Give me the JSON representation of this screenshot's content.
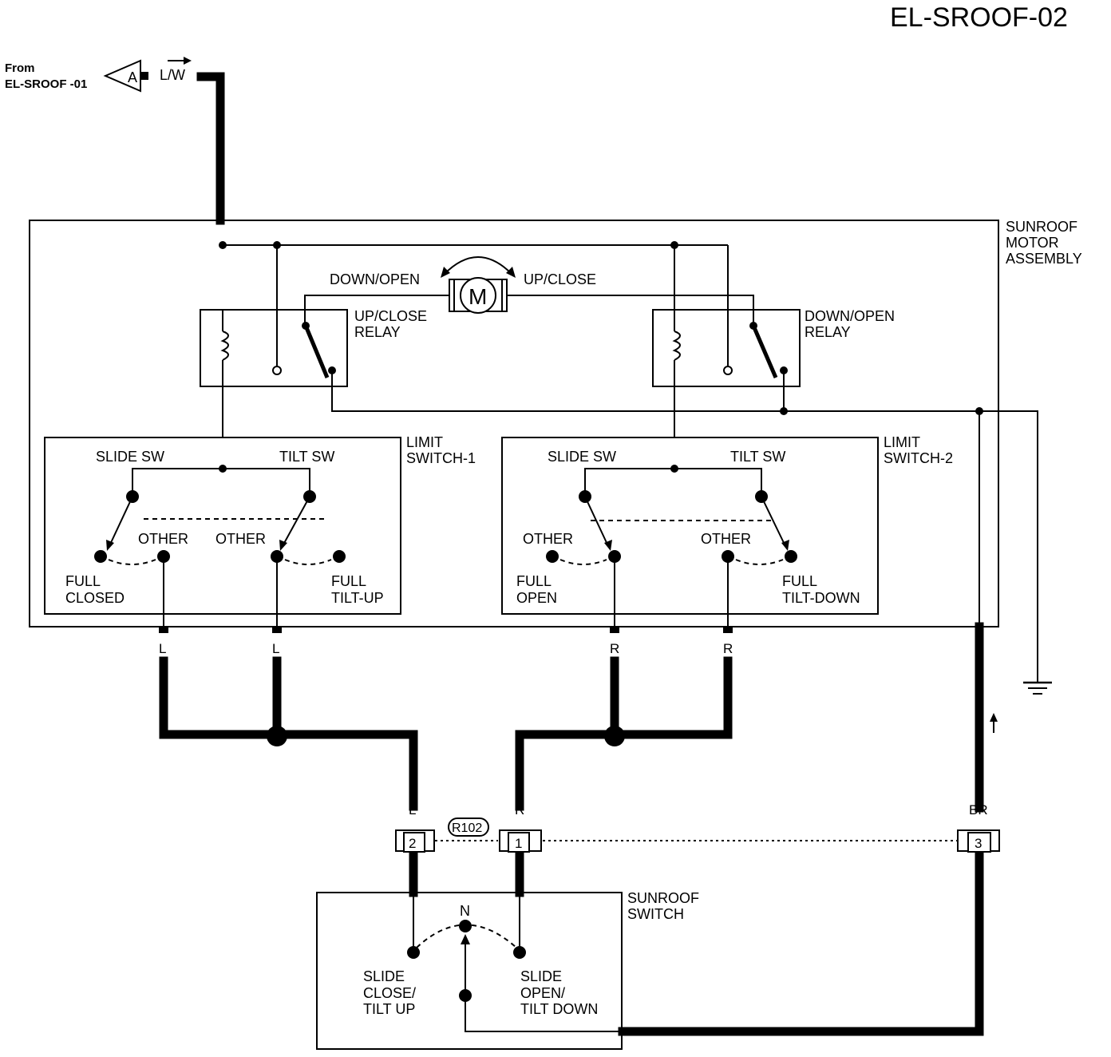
{
  "page_id": "EL-SROOF-02",
  "from": {
    "line1": "From",
    "line2": "EL-SROOF -01",
    "connector": "A",
    "wire": "L/W"
  },
  "motor_assembly": {
    "line1": "SUNROOF",
    "line2": "MOTOR",
    "line3": "ASSEMBLY",
    "motor_symbol": "M",
    "down_open": "DOWN/OPEN",
    "up_close": "UP/CLOSE"
  },
  "relay_up": {
    "line1": "UP/CLOSE",
    "line2": "RELAY"
  },
  "relay_down": {
    "line1": "DOWN/OPEN",
    "line2": "RELAY"
  },
  "limit1": {
    "line1": "LIMIT",
    "line2": "SWITCH-1",
    "slide_sw": "SLIDE SW",
    "tilt_sw": "TILT SW",
    "other_a": "OTHER",
    "other_b": "OTHER",
    "full_closed_1": "FULL",
    "full_closed_2": "CLOSED",
    "full_tilt_up_1": "FULL",
    "full_tilt_up_2": "TILT-UP"
  },
  "limit2": {
    "line1": "LIMIT",
    "line2": "SWITCH-2",
    "slide_sw": "SLIDE SW",
    "tilt_sw": "TILT SW",
    "other_a": "OTHER",
    "other_b": "OTHER",
    "full_open_1": "FULL",
    "full_open_2": "OPEN",
    "full_tilt_down_1": "FULL",
    "full_tilt_down_2": "TILT-DOWN"
  },
  "wire_colors": {
    "l1": "L",
    "l2": "L",
    "r1": "R",
    "r2": "R",
    "l3": "L",
    "r3": "R",
    "br": "BR"
  },
  "connector": {
    "id": "R102",
    "pin2": "2",
    "pin1": "1",
    "pin3": "3"
  },
  "sunroof_switch": {
    "line1": "SUNROOF",
    "line2": "SWITCH",
    "neutral": "N",
    "left_1": "SLIDE",
    "left_2": "CLOSE/",
    "left_3": "TILT UP",
    "right_1": "SLIDE",
    "right_2": "OPEN/",
    "right_3": "TILT DOWN"
  }
}
